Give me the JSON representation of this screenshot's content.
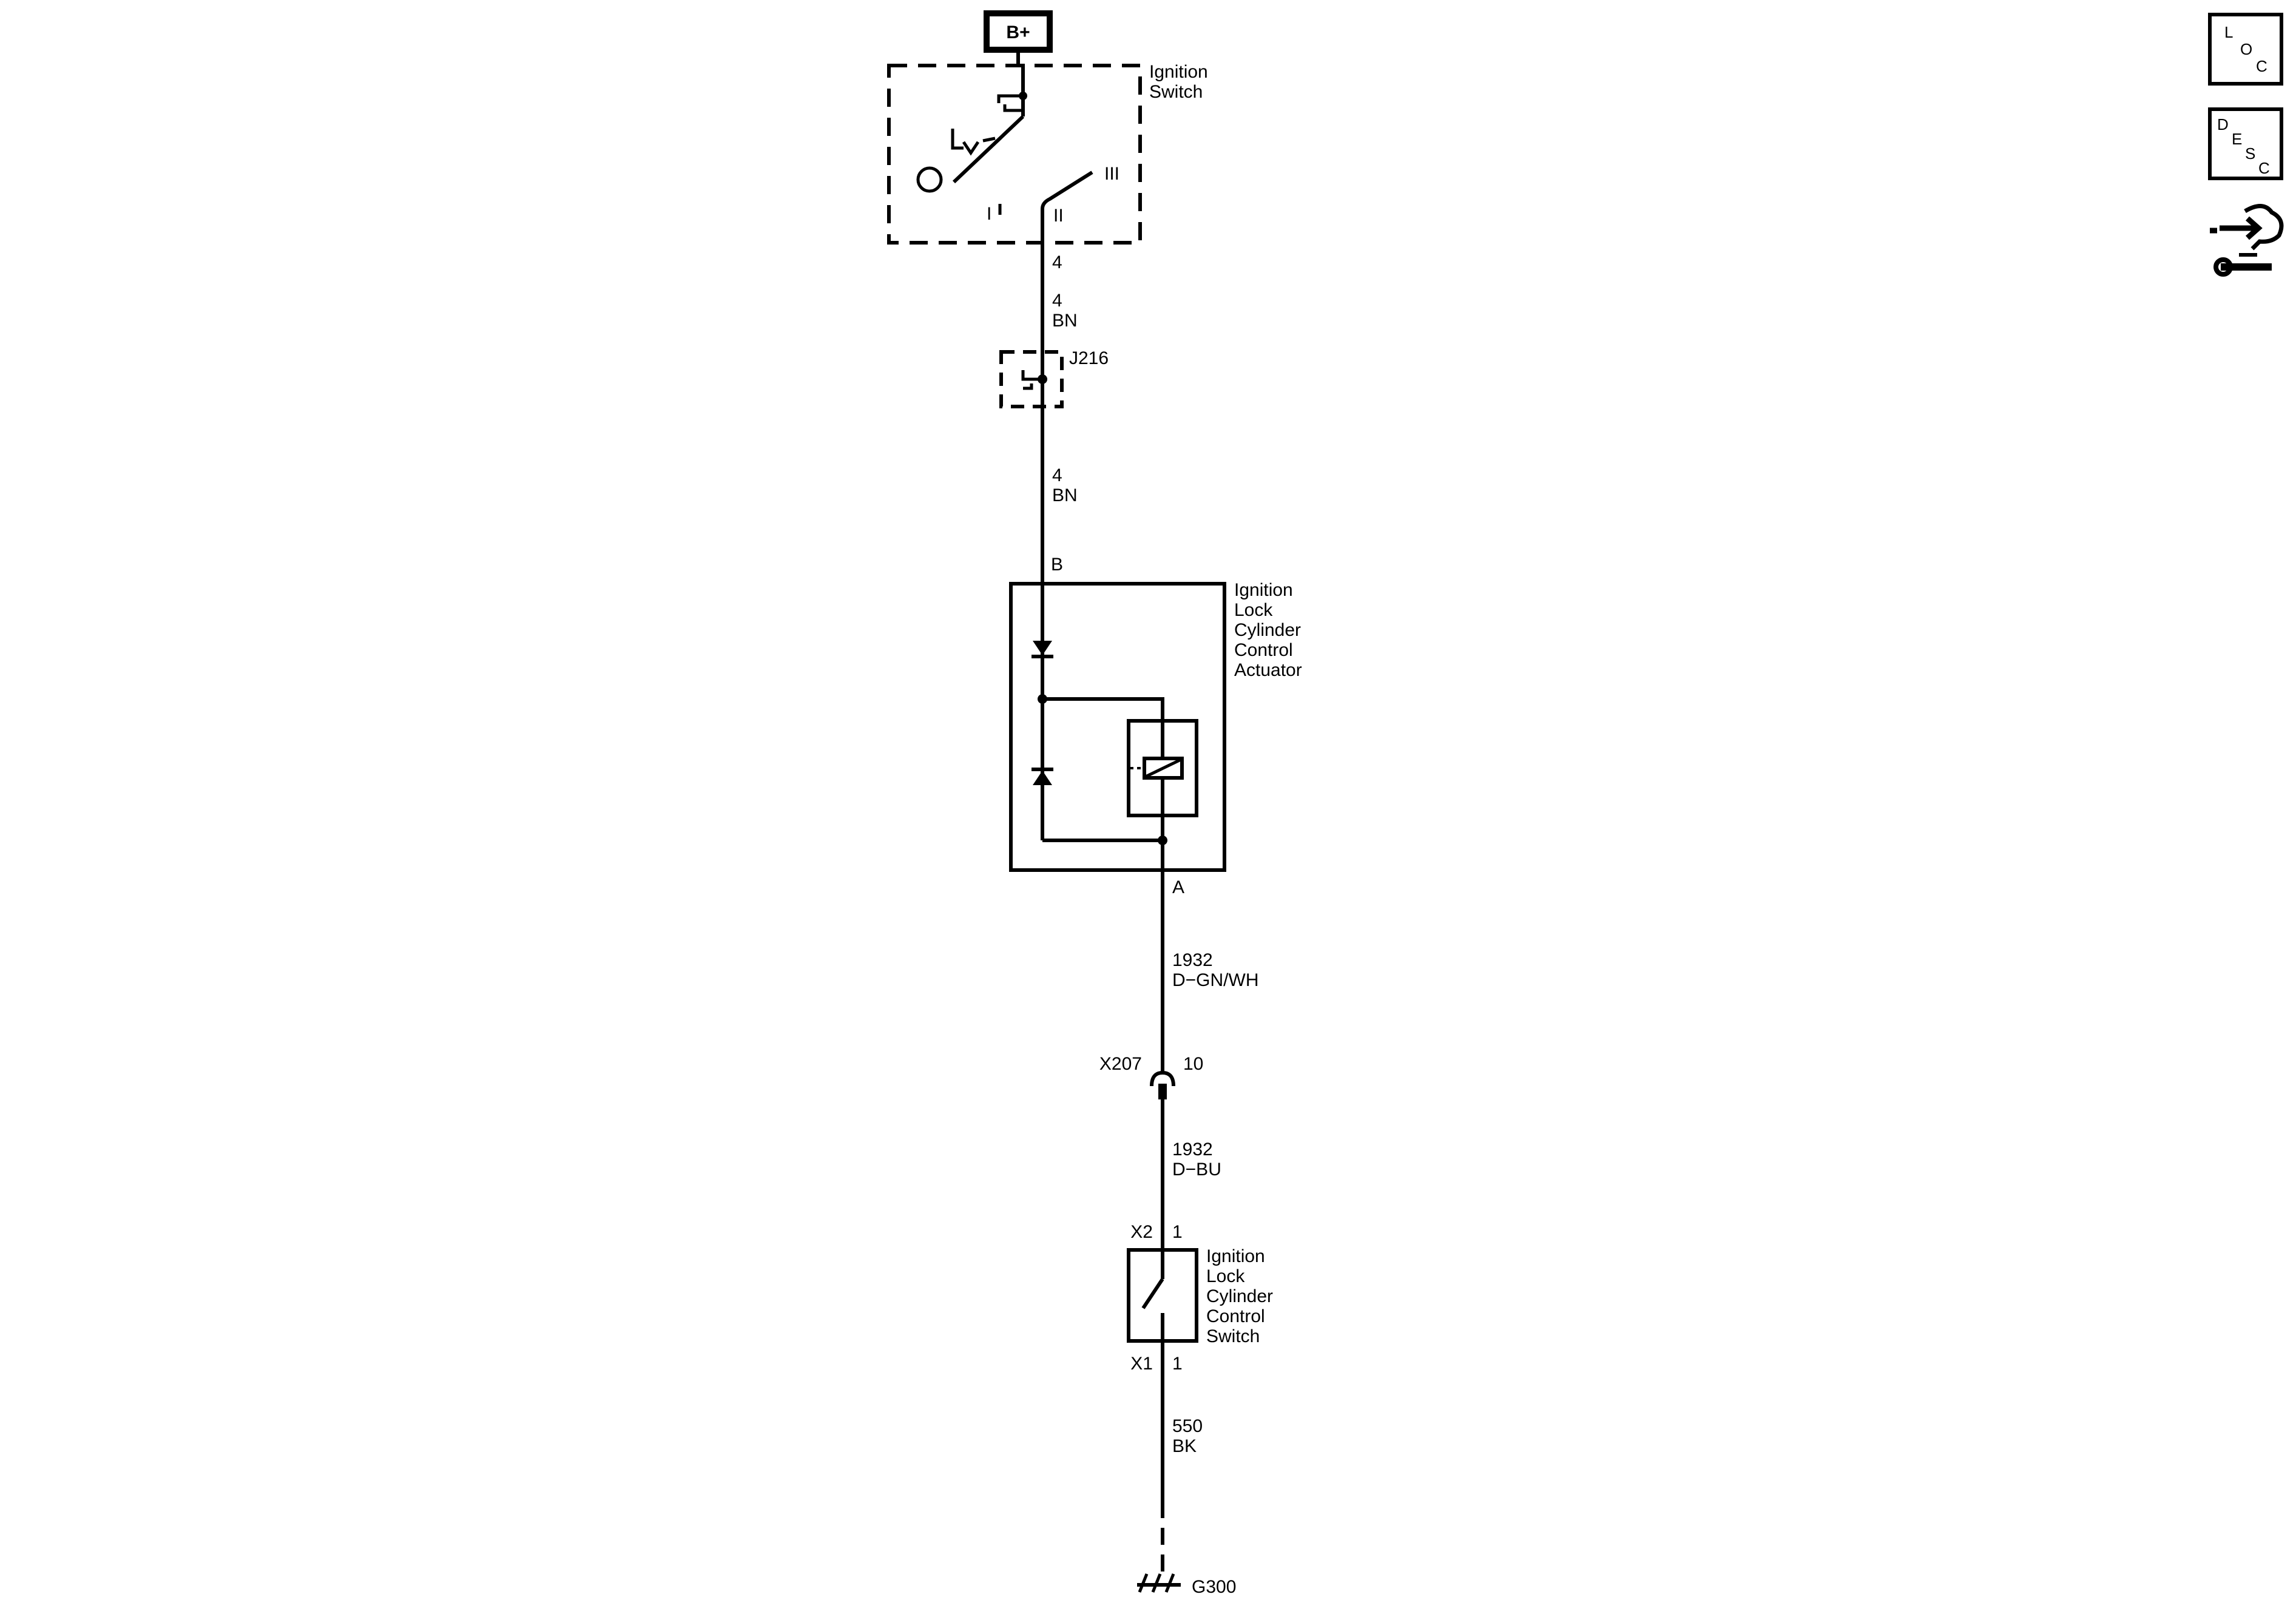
{
  "power": {
    "label": "B+"
  },
  "ignition_switch": {
    "name_lines": [
      "Ignition",
      "Switch"
    ],
    "positions": {
      "off": "I",
      "run": "II",
      "crank": "III"
    },
    "output_pin": "4"
  },
  "circuits": {
    "c4_a": {
      "number": "4",
      "color": "BN"
    },
    "c4_b": {
      "number": "4",
      "color": "BN"
    },
    "c1932_a": {
      "number": "1932",
      "color": "D−GN/WH"
    },
    "c1932_b": {
      "number": "1932",
      "color": "D−BU"
    },
    "c550": {
      "number": "550",
      "color": "BK"
    }
  },
  "splice": {
    "label": "J216"
  },
  "actuator": {
    "name_lines": [
      "Ignition",
      "Lock",
      "Cylinder",
      "Control",
      "Actuator"
    ],
    "pin_in": "B",
    "pin_out": "A"
  },
  "inline_connector": {
    "label": "X207",
    "pin": "10"
  },
  "lock_switch": {
    "name_lines": [
      "Ignition",
      "Lock",
      "Cylinder",
      "Control",
      "Switch"
    ],
    "top_connector": "X2",
    "top_pin": "1",
    "bottom_connector": "X1",
    "bottom_pin": "1"
  },
  "ground": {
    "label": "G300"
  },
  "side_icons": {
    "loc": {
      "name": "location-icon",
      "letters": [
        "L",
        "O",
        "C"
      ]
    },
    "desc": {
      "name": "description-icon",
      "letters": [
        "D",
        "E",
        "S",
        "C"
      ]
    },
    "connector_repair": {
      "name": "connector-repair-icon"
    }
  }
}
